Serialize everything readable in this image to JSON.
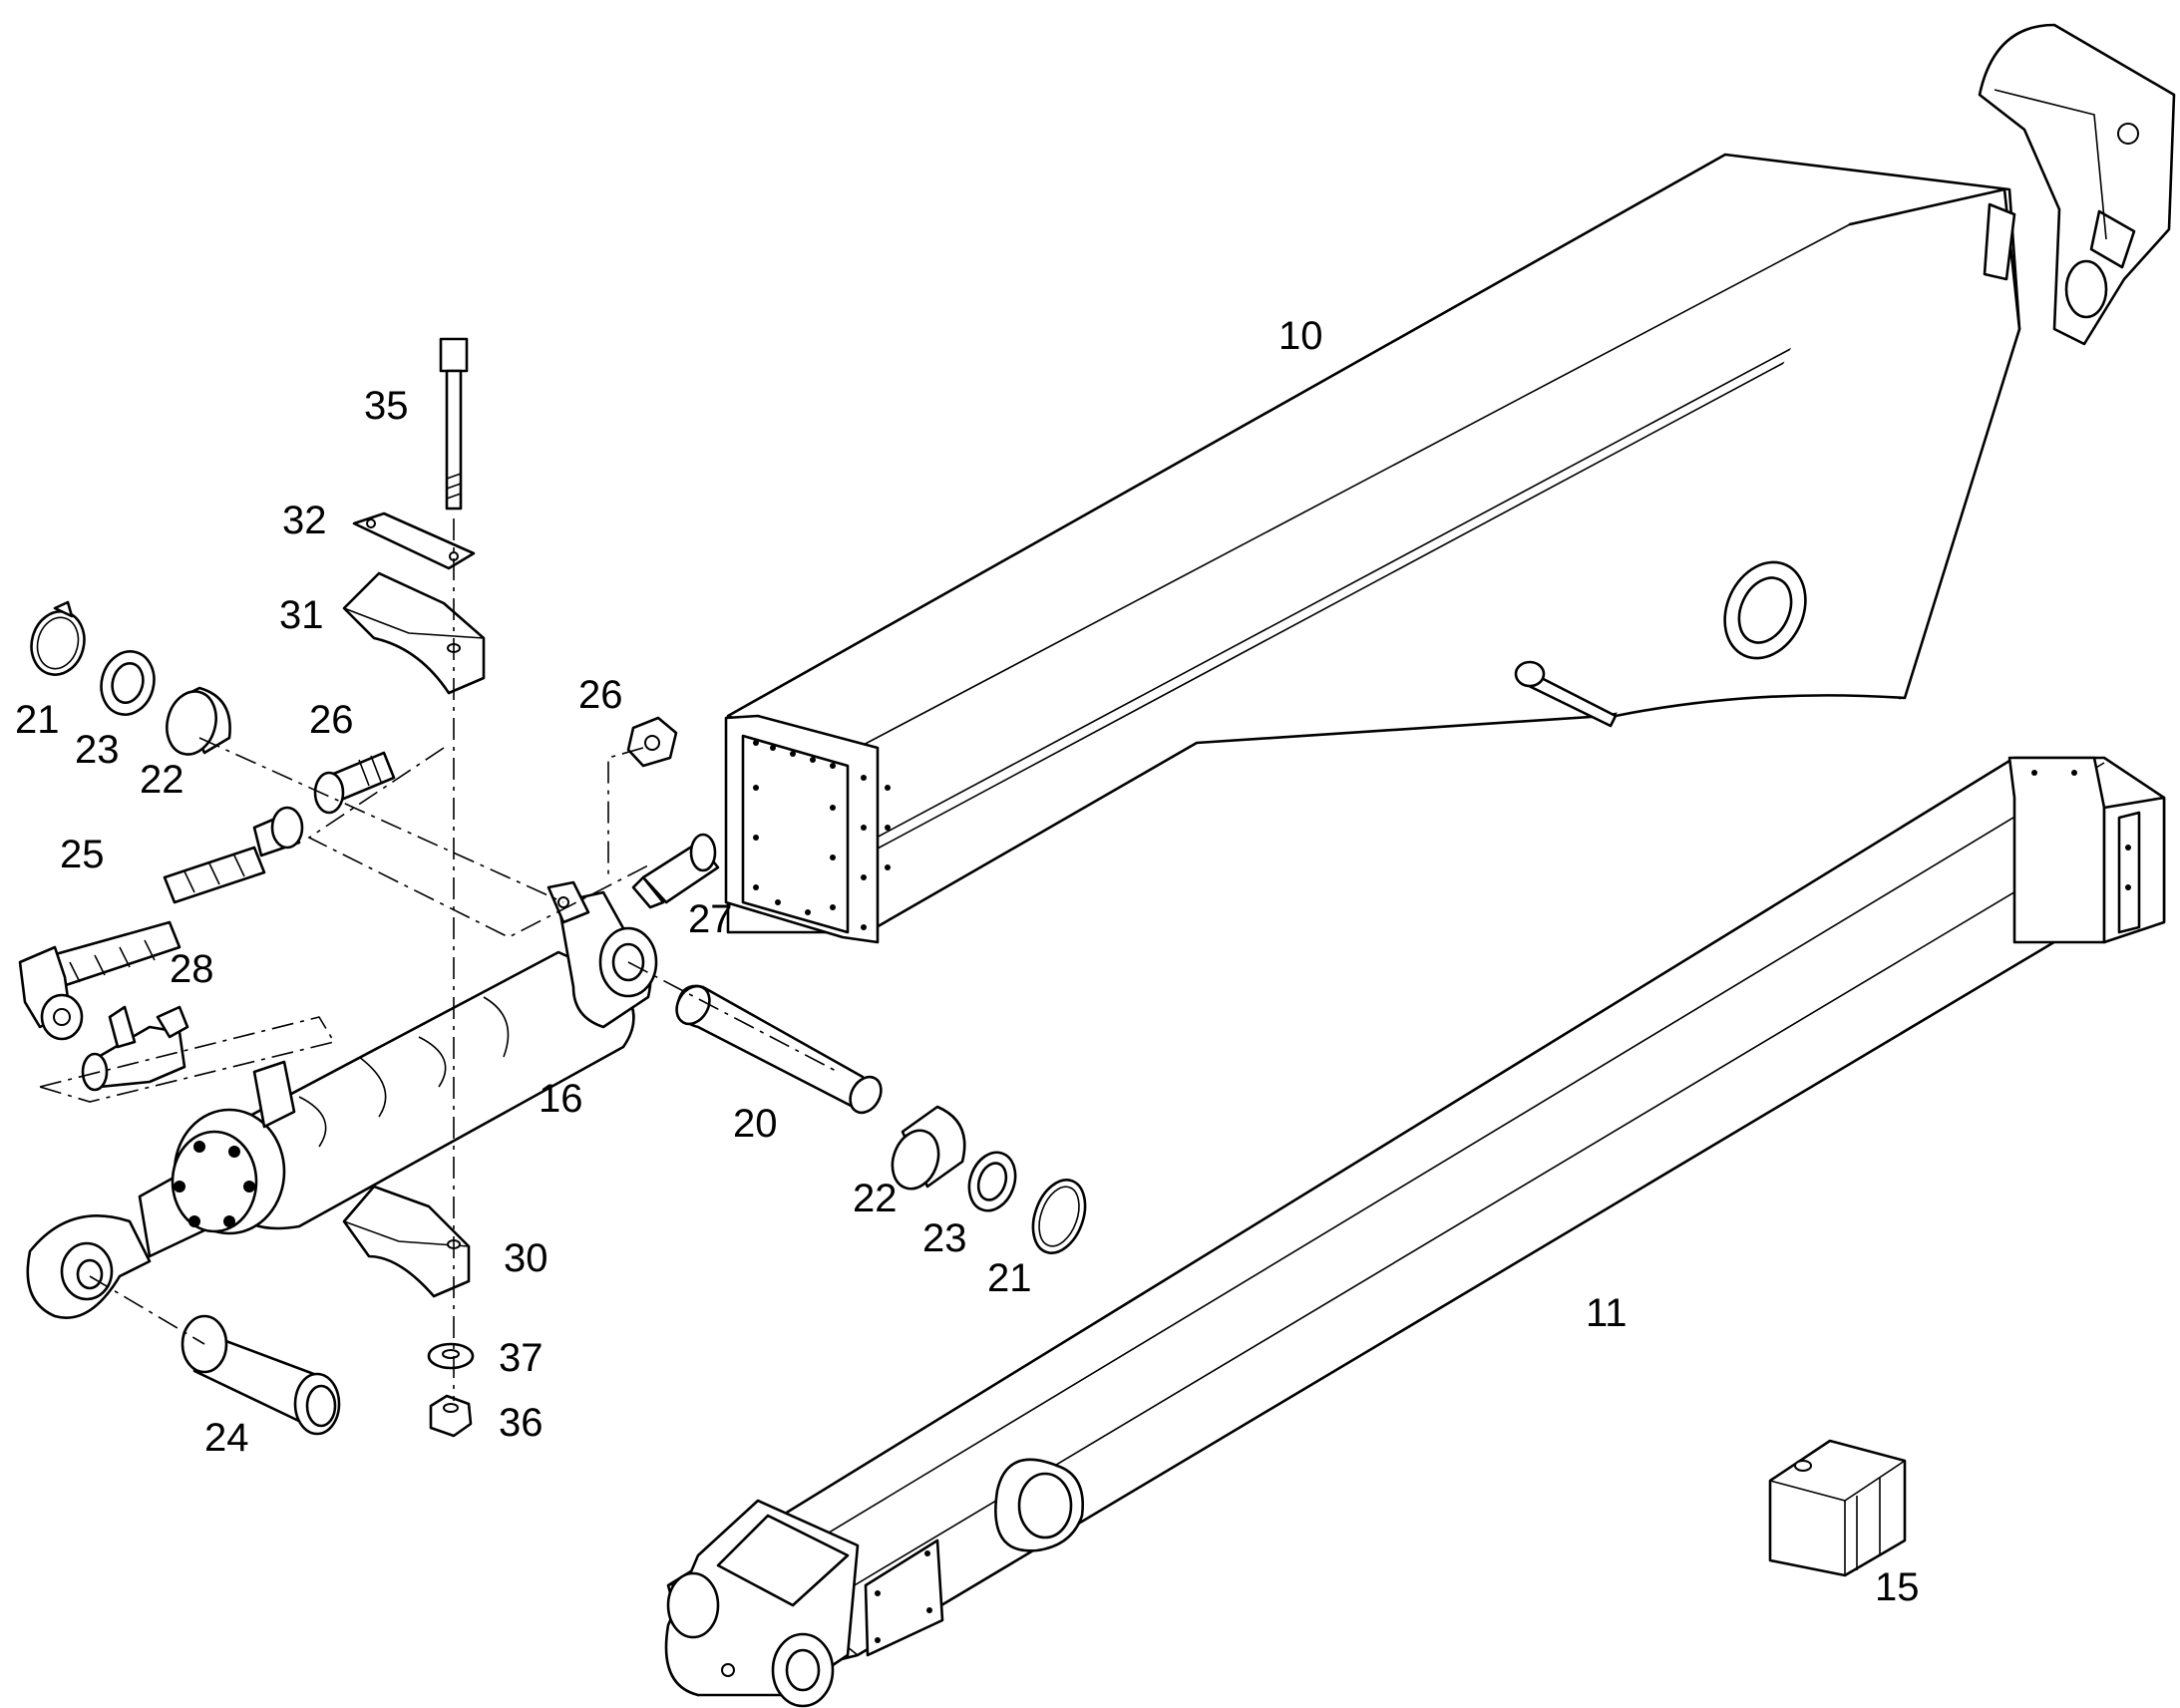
{
  "diagram": {
    "callouts": {
      "p10": "10",
      "p11": "11",
      "p15": "15",
      "p16": "16",
      "p20": "20",
      "p21a": "21",
      "p21b": "21",
      "p22a": "22",
      "p22b": "22",
      "p23a": "23",
      "p23b": "23",
      "p24": "24",
      "p25": "25",
      "p26a": "26",
      "p26b": "26",
      "p27": "27",
      "p28": "28",
      "p30": "30",
      "p31": "31",
      "p32": "32",
      "p35": "35",
      "p36": "36",
      "p37": "37"
    }
  }
}
